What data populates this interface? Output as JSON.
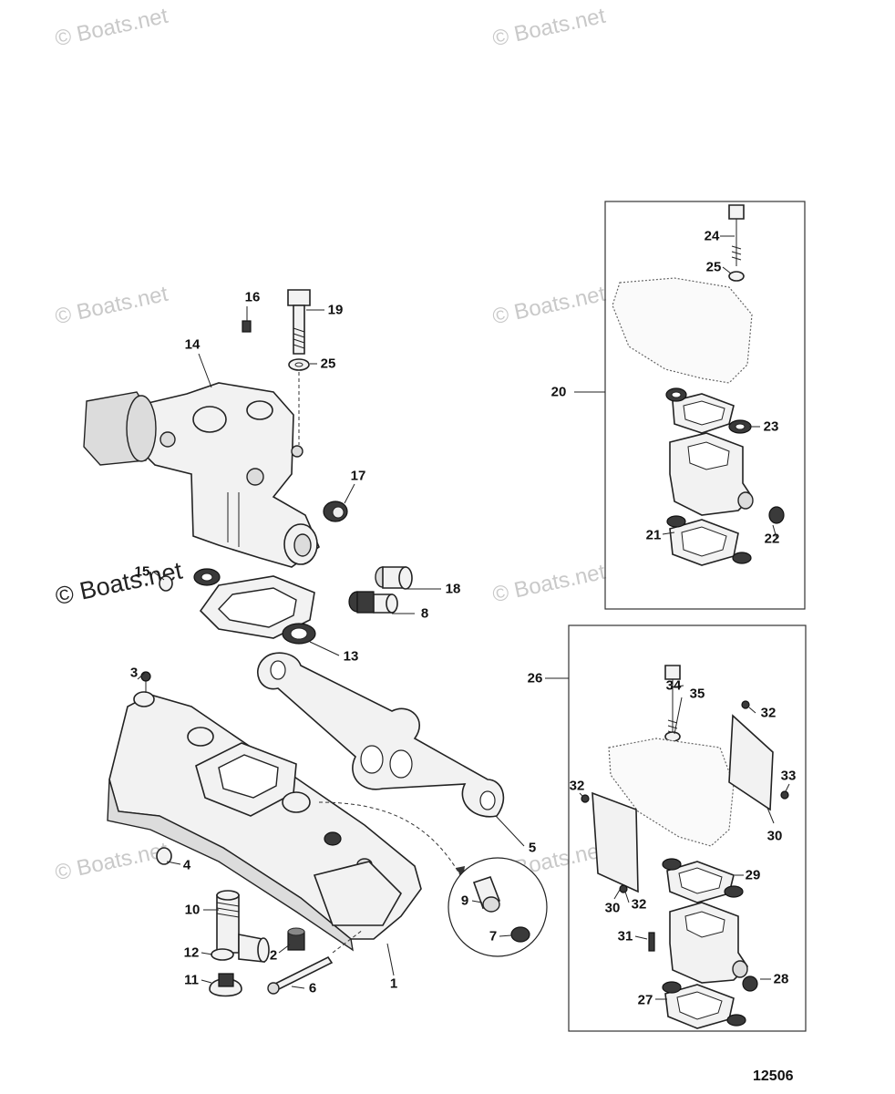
{
  "watermark": "© Boats.net",
  "drawing_number": "12506",
  "callouts": {
    "c1": "1",
    "c2": "2",
    "c3": "3",
    "c4": "4",
    "c5": "5",
    "c6": "6",
    "c7": "7",
    "c8": "8",
    "c9": "9",
    "c10": "10",
    "c11": "11",
    "c12": "12",
    "c13": "13",
    "c14": "14",
    "c15": "15",
    "c16": "16",
    "c17": "17",
    "c18": "18",
    "c19": "19",
    "c20": "20",
    "c21": "21",
    "c22": "22",
    "c23": "23",
    "c24": "24",
    "c25a": "25",
    "c25b": "25",
    "c26": "26",
    "c27": "27",
    "c28": "28",
    "c29": "29",
    "c30a": "30",
    "c30b": "30",
    "c31": "31",
    "c32a": "32",
    "c32b": "32",
    "c32c": "32",
    "c33": "33",
    "c34": "34",
    "c35": "35"
  }
}
